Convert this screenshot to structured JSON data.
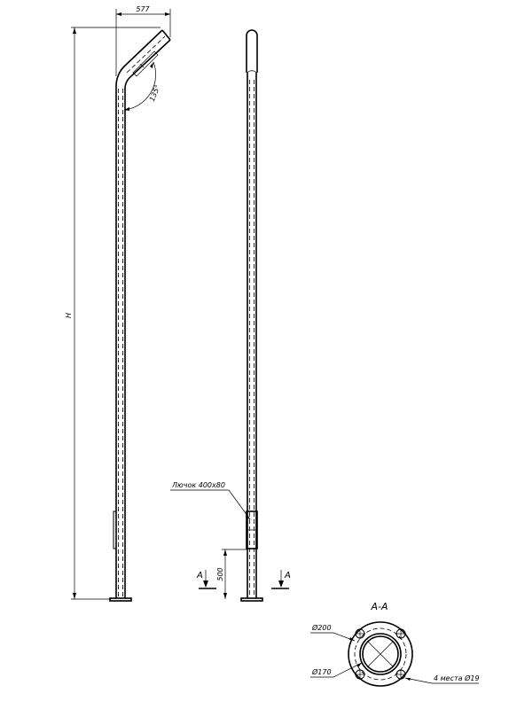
{
  "drawing": {
    "dim_width": "577",
    "dim_height": "H",
    "dim_angle": "135°",
    "hatch_label": "Лючок 400х80",
    "dim_hatch_height": "500",
    "section_mark_left": "A",
    "section_mark_right": "A",
    "section_title": "А-А",
    "dia_outer": "Ø200",
    "dia_inner": "Ø170",
    "holes_label": "4 места Ø19"
  }
}
